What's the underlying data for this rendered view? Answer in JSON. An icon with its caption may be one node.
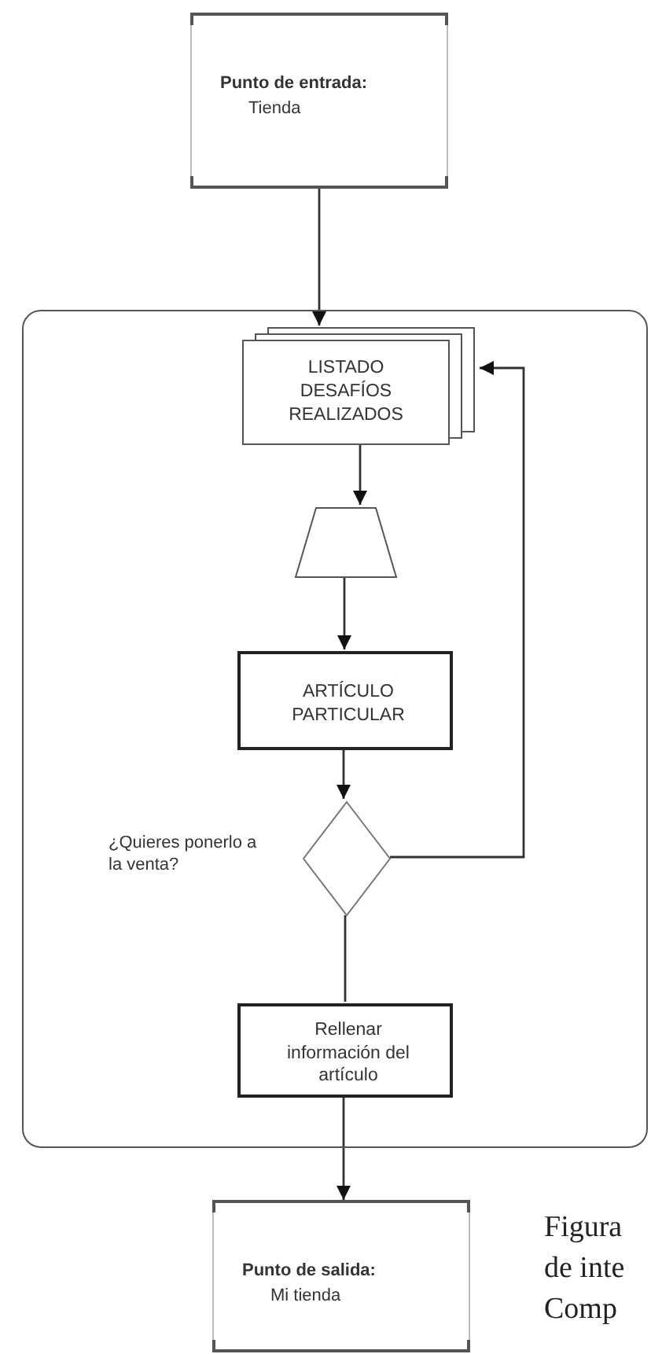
{
  "diagram": {
    "nodes": [
      {
        "text": [
          "Punto de entrada:",
          "Tienda"
        ]
      },
      {
        "text": [],
        "shape": "box"
      },
      {
        "text": [
          "LISTADO DESAFÍOS REALIZADOS"
        ],
        "in": 1
      },
      {
        "text": [],
        "shape": "trapezoid",
        "in": 1
      },
      {
        "text": [
          "ARTÍCULO PARTICULAR"
        ],
        "in": 1
      },
      {
        "text": [],
        "shape": "diamond",
        "in": 1,
        "beside": [
          "¿Quieres ponerlo a la venta?"
        ]
      },
      {
        "text": [
          "Rellenar información del artículo"
        ],
        "in": 1
      },
      {
        "text": [
          "Punto de salida:",
          "Mi tienda"
        ]
      }
    ],
    "edges": [
      {
        "from": 0,
        "to": 2,
        "arrow": "to"
      },
      {
        "from": 2,
        "to": 3,
        "arrow": "to"
      },
      {
        "from": 3,
        "to": 4,
        "arrow": "to"
      },
      {
        "from": 4,
        "to": 5,
        "arrow": "to"
      },
      {
        "from": 5,
        "to": 2,
        "arrow": "to"
      },
      {
        "from": 5,
        "to": 6,
        "arrow": "none"
      },
      {
        "from": 6,
        "to": 7,
        "arrow": "to"
      }
    ],
    "labels": [
      "Figura",
      "de inte",
      "Comp"
    ]
  }
}
